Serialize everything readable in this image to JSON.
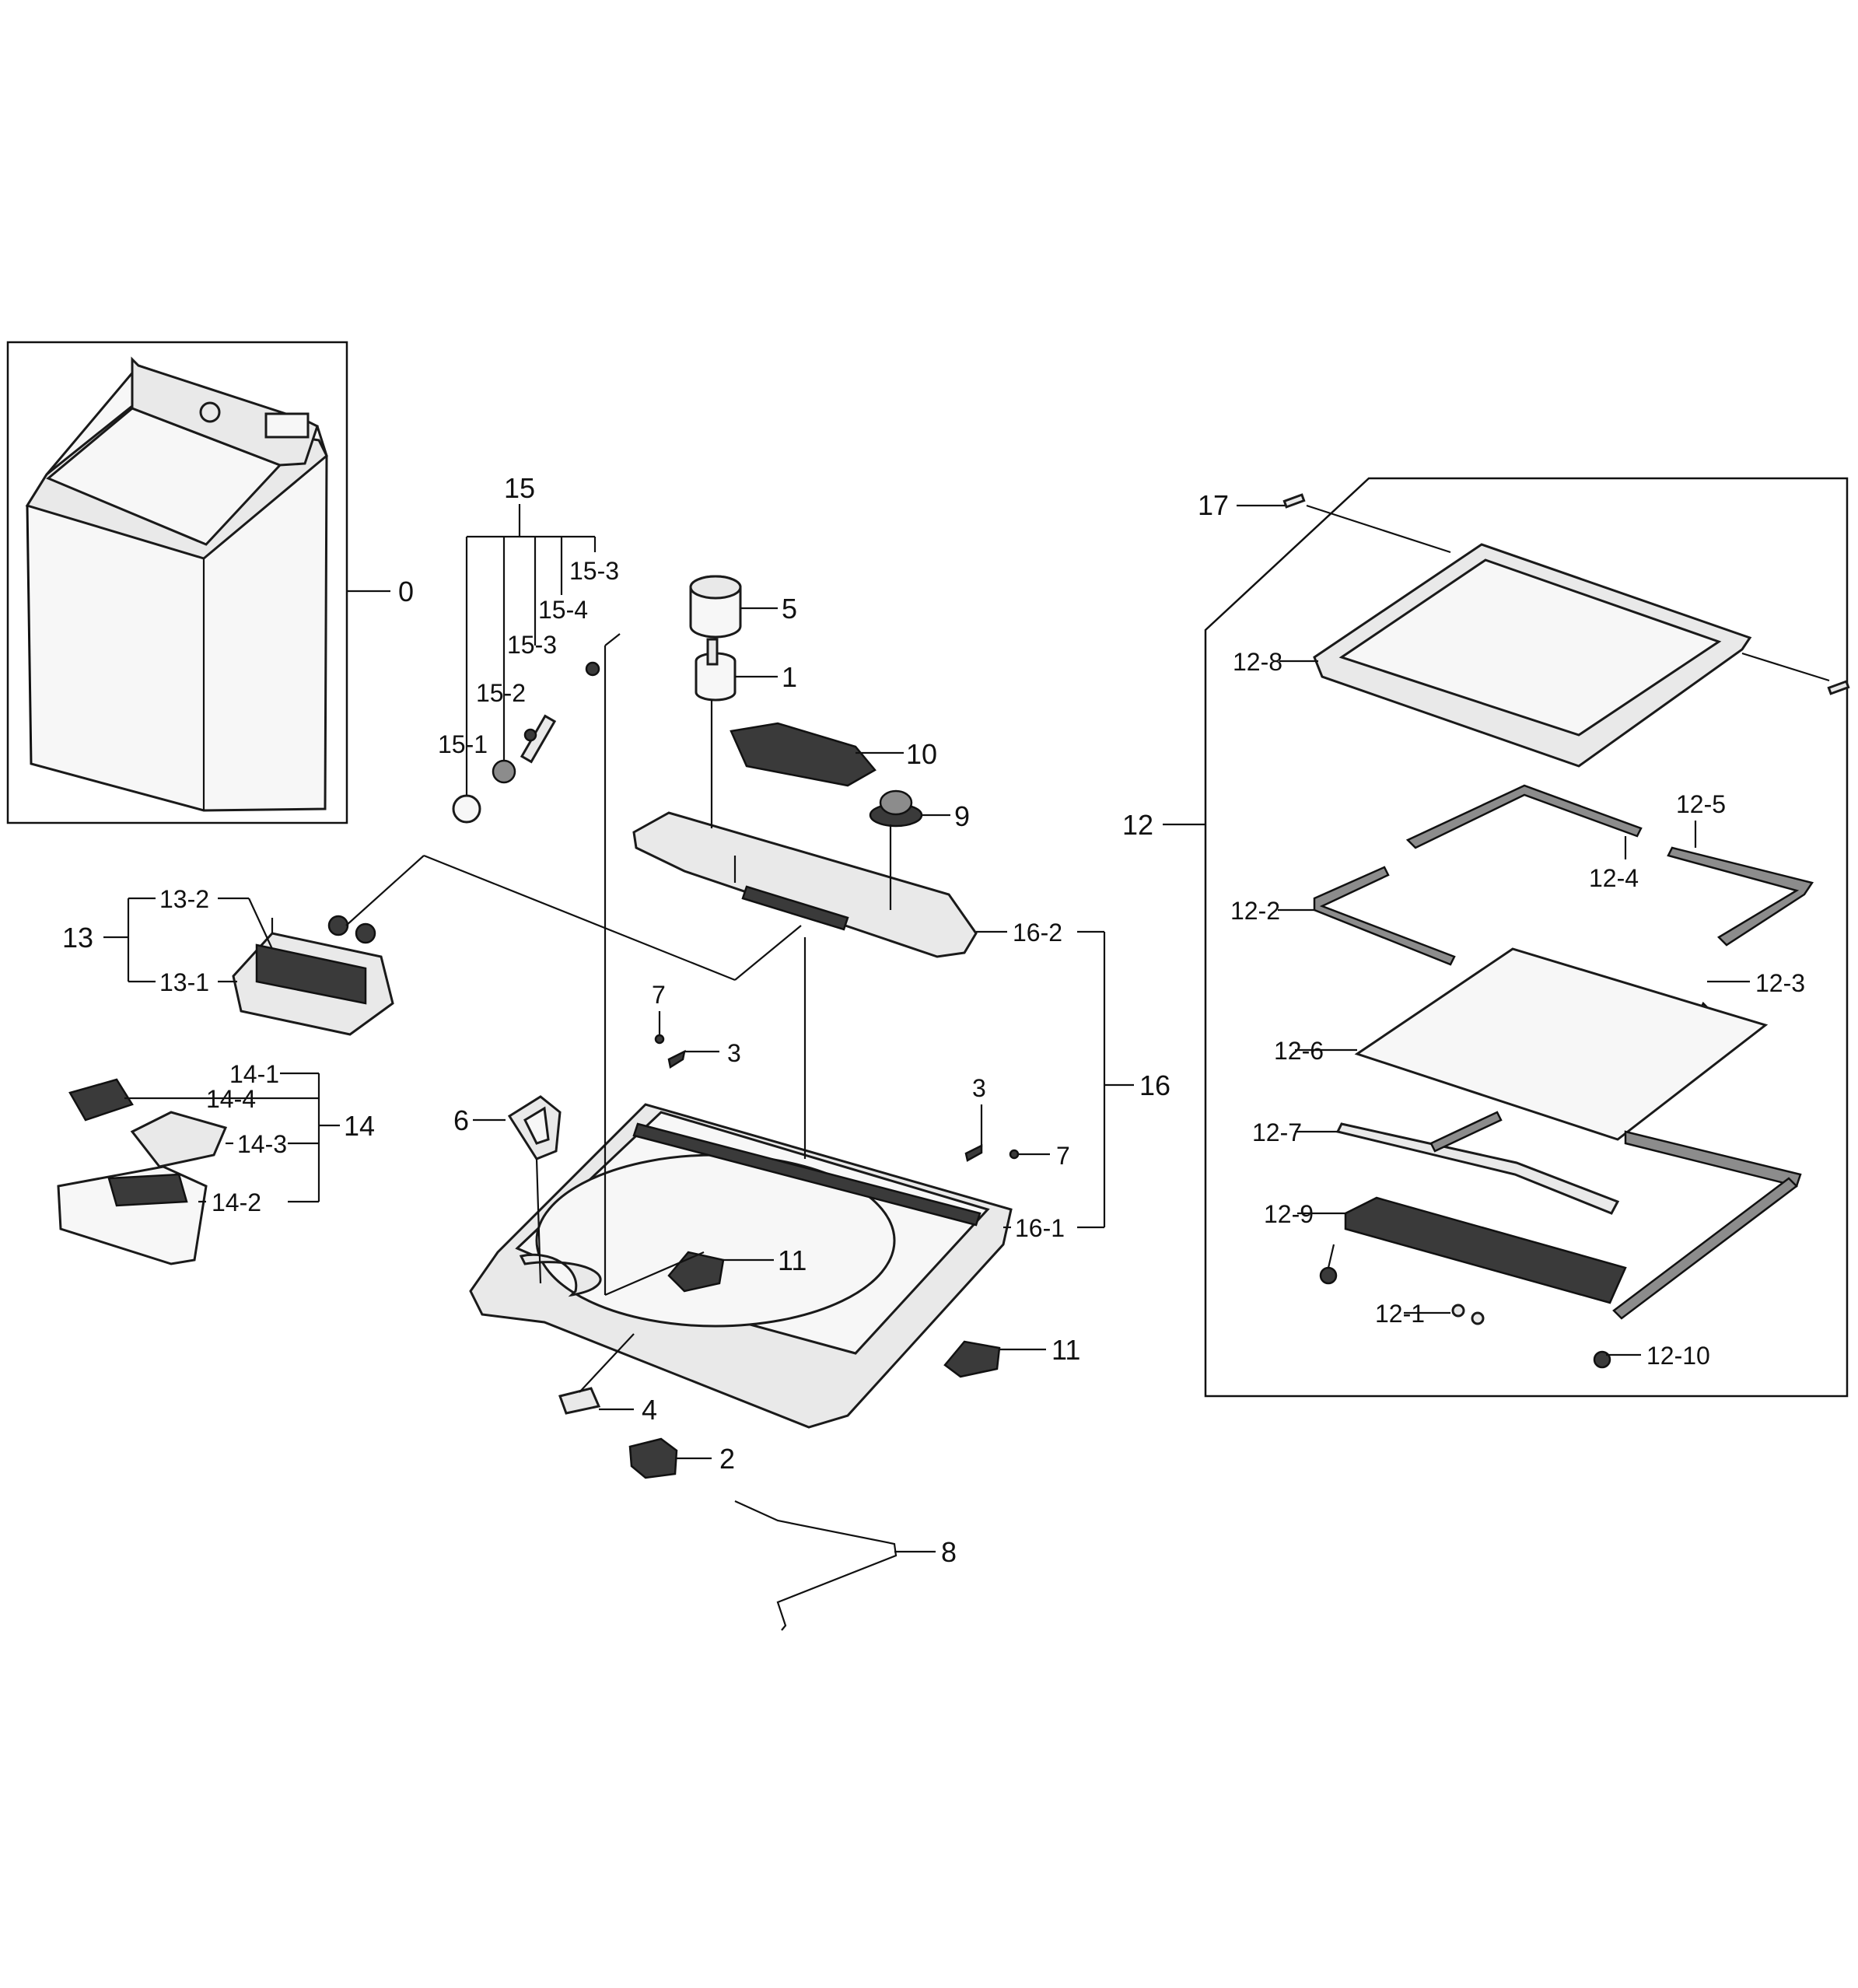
{
  "callouts": {
    "c0": "0",
    "c1": "1",
    "c2": "2",
    "c3a": "3",
    "c3b": "3",
    "c4": "4",
    "c5": "5",
    "c6": "6",
    "c7a": "7",
    "c7b": "7",
    "c8": "8",
    "c9": "9",
    "c10": "10",
    "c11a": "11",
    "c11b": "11",
    "c12": "12",
    "c12_1": "12-1",
    "c12_2": "12-2",
    "c12_3": "12-3",
    "c12_4": "12-4",
    "c12_5": "12-5",
    "c12_6": "12-6",
    "c12_7": "12-7",
    "c12_8": "12-8",
    "c12_9": "12-9",
    "c12_10": "12-10",
    "c13": "13",
    "c13_1": "13-1",
    "c13_2": "13-2",
    "c14": "14",
    "c14_1": "14-1",
    "c14_2": "14-2",
    "c14_3": "14-3",
    "c14_4": "14-4",
    "c15": "15",
    "c15_1": "15-1",
    "c15_2": "15-2",
    "c15_3a": "15-3",
    "c15_3b": "15-3",
    "c15_4": "15-4",
    "c16": "16",
    "c16_1": "16-1",
    "c16_2": "16-2",
    "c17": "17"
  }
}
